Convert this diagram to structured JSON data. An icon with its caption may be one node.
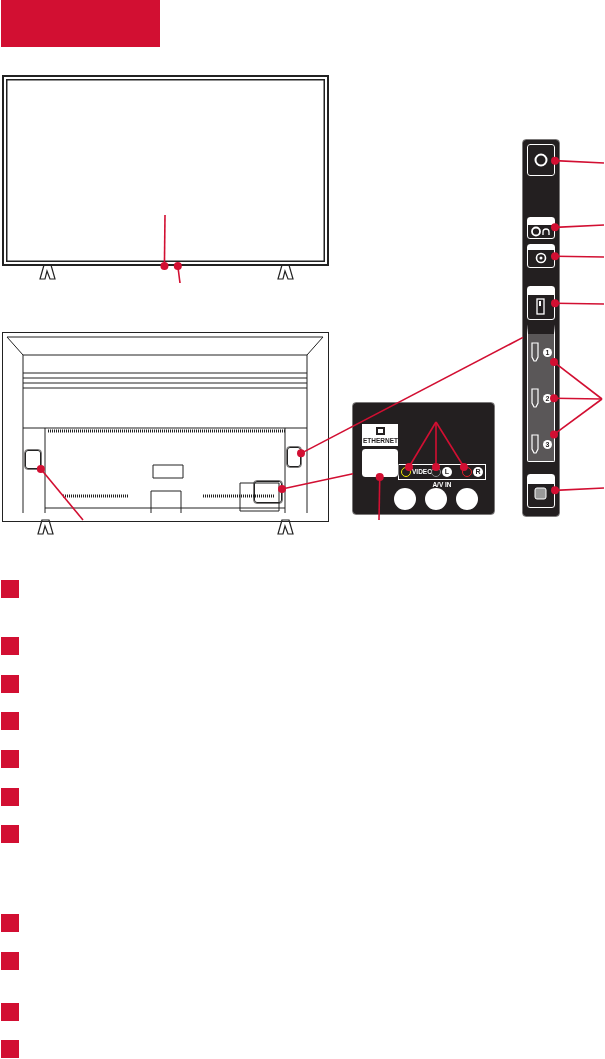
{
  "diagram": {
    "nodes": [
      {
        "text": [],
        "shape": "picture"
      },
      {
        "text": [],
        "shape": "picture"
      },
      {
        "text": [],
        "shape": "box",
        "in": 1
      },
      {
        "text": [],
        "shape": "box",
        "in": 1
      },
      {
        "text": [],
        "shape": "box",
        "in": 1
      },
      {
        "text": [],
        "shape": "box"
      },
      {
        "text": [
          "ETHERNET"
        ],
        "in": 5
      },
      {
        "text": [],
        "shape": "box",
        "in": 5
      },
      {
        "text": [],
        "shape": "circle",
        "in": 5,
        "beside": [
          "VIDEO"
        ]
      },
      {
        "text": [],
        "shape": "circle",
        "in": 5,
        "beside": [
          "L"
        ]
      },
      {
        "text": [],
        "shape": "circle",
        "in": 5,
        "beside": [
          "R"
        ]
      },
      {
        "text": [],
        "shape": "box"
      },
      {
        "text": [],
        "shape": "box",
        "in": 11
      },
      {
        "text": [],
        "shape": "box",
        "in": 11
      },
      {
        "text": [],
        "shape": "box",
        "in": 11
      },
      {
        "text": [],
        "shape": "box",
        "in": 11
      },
      {
        "text": [
          "1"
        ],
        "in": 11
      },
      {
        "text": [
          "2"
        ],
        "in": 11
      },
      {
        "text": [
          "3"
        ],
        "in": 11
      },
      {
        "text": [],
        "shape": "box",
        "in": 11
      }
    ],
    "edges": [
      {
        "from": null,
        "to": 0,
        "arrow": "other"
      },
      {
        "from": null,
        "to": 0,
        "arrow": "other"
      },
      {
        "from": null,
        "to": 2,
        "arrow": "other"
      },
      {
        "from": 11,
        "to": 3,
        "arrow": "other"
      },
      {
        "from": 5,
        "to": 4,
        "arrow": "other"
      },
      {
        "from": null,
        "to": 7,
        "arrow": "other"
      },
      {
        "from": null,
        "to": 8,
        "arrow": "other"
      },
      {
        "from": null,
        "to": 9,
        "arrow": "other"
      },
      {
        "from": null,
        "to": 10,
        "arrow": "other"
      },
      {
        "from": null,
        "to": 12,
        "arrow": "other"
      },
      {
        "from": null,
        "to": 13,
        "arrow": "other"
      },
      {
        "from": null,
        "to": 14,
        "arrow": "other"
      },
      {
        "from": null,
        "to": 15,
        "arrow": "other"
      },
      {
        "from": null,
        "to": 16,
        "arrow": "other"
      },
      {
        "from": null,
        "to": 17,
        "arrow": "other"
      },
      {
        "from": null,
        "to": 18,
        "arrow": "other"
      },
      {
        "from": null,
        "to": 19,
        "arrow": "other"
      }
    ],
    "labels": [
      "A/V IN"
    ]
  }
}
